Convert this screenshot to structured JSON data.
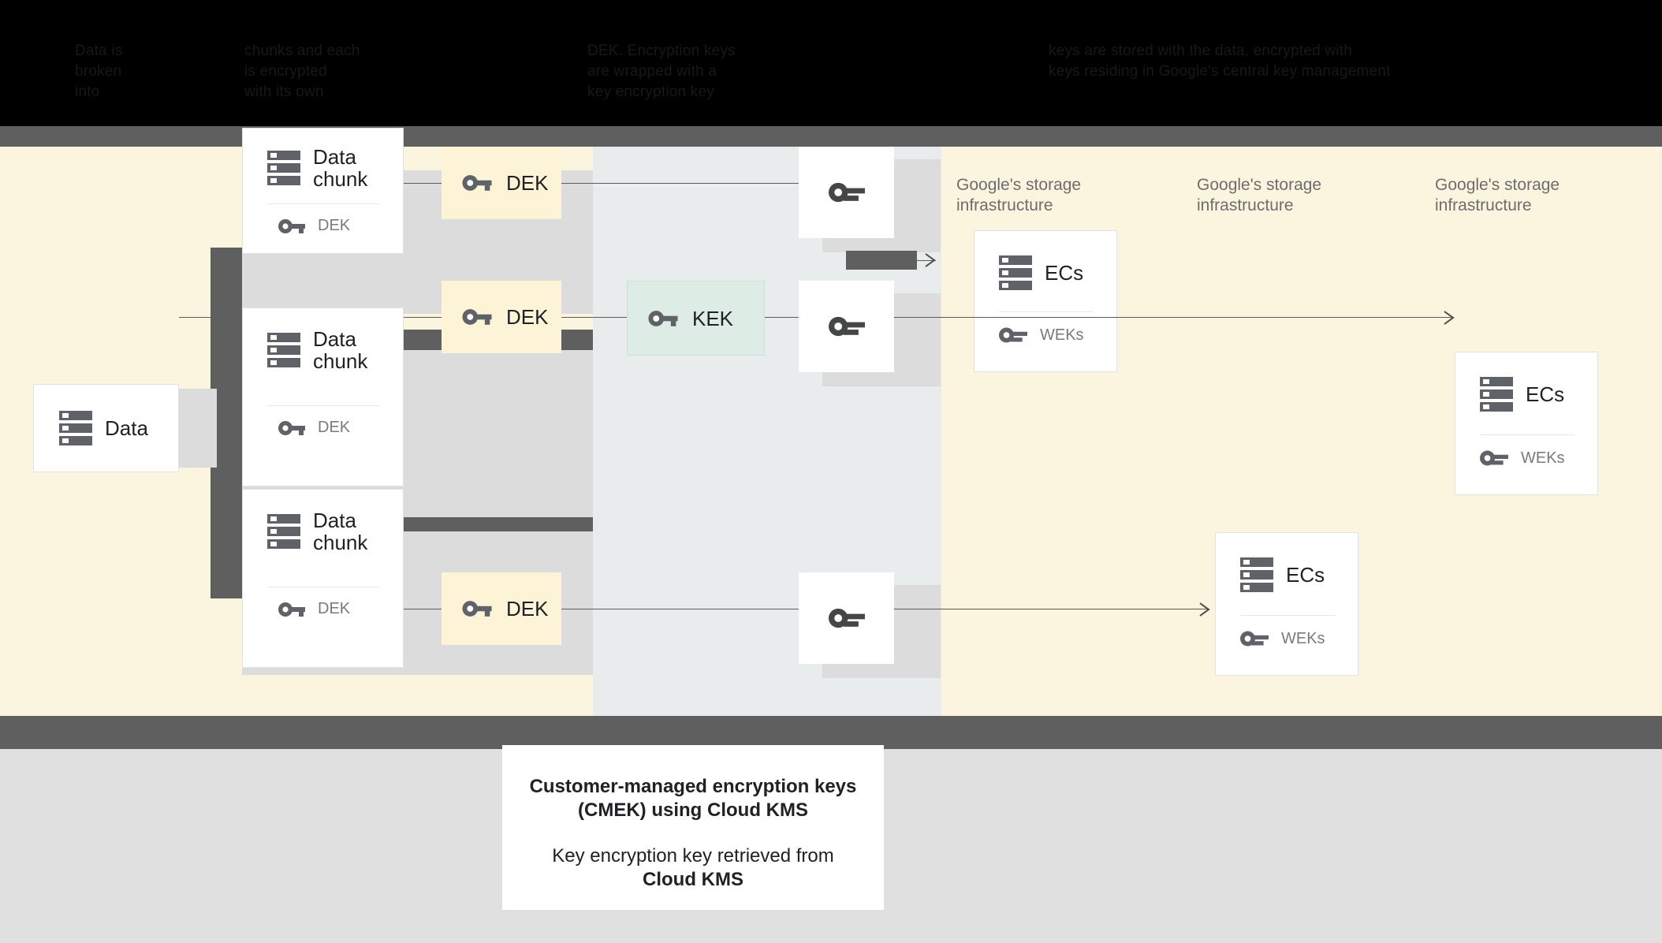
{
  "header": {
    "obscured_note": "Header text rendered near-black on black background (illegible)",
    "columns": [
      "Data is\nbroken\ninto",
      "chunks and each\nis encrypted\nwith its own",
      "DEK. Encryption keys\nare wrapped with a\nkey encryption key",
      "keys are stored with the data, encrypted with\nkeys residing in Google's central key management"
    ]
  },
  "diagram": {
    "source": {
      "label": "Data",
      "icon": "stack-icon"
    },
    "chunks": [
      {
        "title": "Data\nchunk",
        "key_label": "DEK",
        "key_icon": "key-icon",
        "icon": "stack-icon"
      },
      {
        "title": "Data\nchunk",
        "key_label": "DEK",
        "key_icon": "key-icon",
        "icon": "stack-icon"
      },
      {
        "title": "Data\nchunk",
        "key_label": "DEK",
        "key_icon": "key-icon",
        "icon": "stack-icon"
      }
    ],
    "deks": [
      {
        "label": "DEK",
        "icon": "key-icon"
      },
      {
        "label": "DEK",
        "icon": "key-icon"
      },
      {
        "label": "DEK",
        "icon": "key-icon"
      }
    ],
    "kek": {
      "label": "KEK",
      "icon": "key-icon"
    },
    "wrapped_keys": [
      {
        "icon": "key-icon"
      },
      {
        "icon": "key-icon"
      },
      {
        "icon": "key-icon"
      }
    ],
    "storage_captions": [
      "Google's storage\ninfrastructure",
      "Google's storage\ninfrastructure",
      "Google's storage\ninfrastructure"
    ],
    "ec_cards": [
      {
        "title": "ECs",
        "key_label": "WEKs",
        "icon": "stack-icon",
        "key_icon": "key-icon"
      },
      {
        "title": "ECs",
        "key_label": "WEKs",
        "icon": "stack-icon",
        "key_icon": "key-icon"
      },
      {
        "title": "ECs",
        "key_label": "WEKs",
        "icon": "stack-icon",
        "key_icon": "key-icon"
      }
    ]
  },
  "caption": {
    "title_line1": "Customer-managed encryption keys",
    "title_line2": "(CMEK) using Cloud KMS",
    "body_line1": "Key encryption key retrieved from",
    "body_line2": "Cloud KMS"
  },
  "colors": {
    "canvas": "#fbf4de",
    "kms_column": "#e8ecec",
    "dek_box": "#fdf3d7",
    "kek_box": "#ddece5",
    "dark_bar": "#5f5f5f",
    "footer": "#e0e0e0",
    "icon": "#5f6368"
  }
}
